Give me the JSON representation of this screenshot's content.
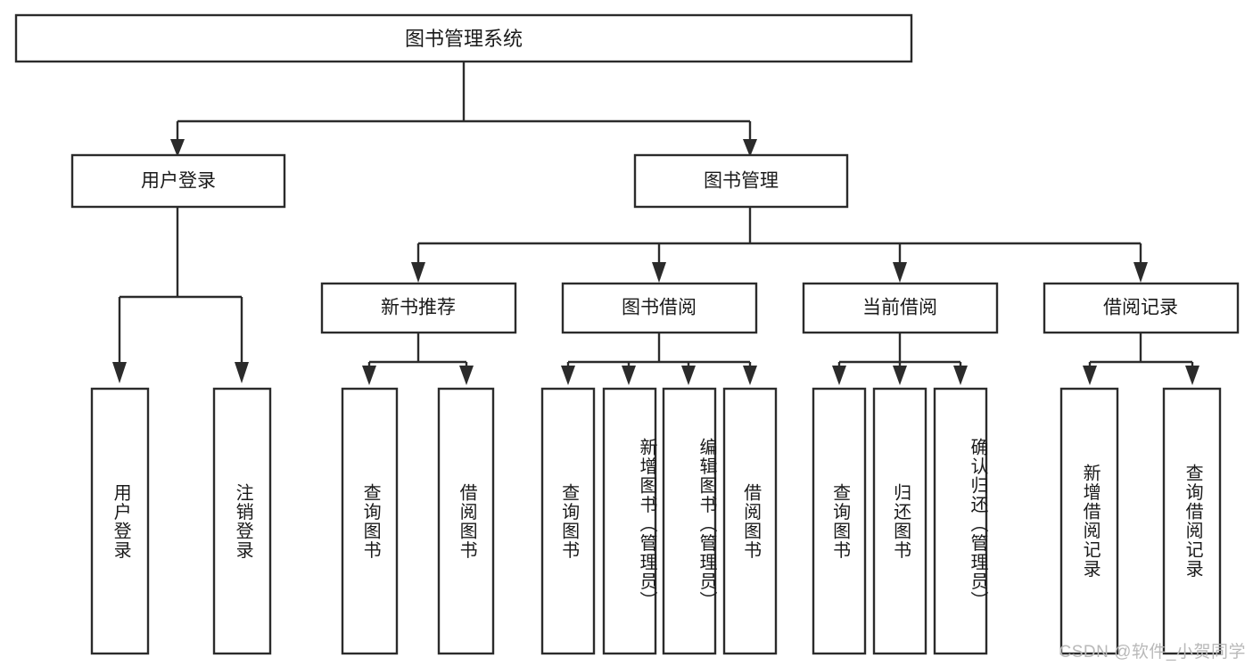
{
  "diagram": {
    "title": "图书管理系统",
    "type": "tree-hierarchy-diagram",
    "orientation": "top-down",
    "colors": {
      "box_stroke": "#2b2b2b",
      "box_fill": "#ffffff",
      "edge": "#2b2b2b",
      "text": "#1a1a1a",
      "background": "#ffffff",
      "watermark": "#b9b9b9"
    },
    "root": {
      "label": "图书管理系统"
    },
    "level2": [
      {
        "label": "用户登录"
      },
      {
        "label": "图书管理"
      }
    ],
    "level3": [
      {
        "label": "新书推荐"
      },
      {
        "label": "图书借阅"
      },
      {
        "label": "当前借阅"
      },
      {
        "label": "借阅记录"
      }
    ],
    "leaves": {
      "user_login": [
        {
          "label": "用户登录"
        },
        {
          "label": "注销登录"
        }
      ],
      "new_book_recommend": [
        {
          "label": "查询图书"
        },
        {
          "label": "借阅图书"
        }
      ],
      "book_borrow": [
        {
          "label": "查询图书"
        },
        {
          "label": "新增图书（管理员）"
        },
        {
          "label": "编辑图书（管理员）"
        },
        {
          "label": "借阅图书"
        }
      ],
      "current_borrow": [
        {
          "label": "查询图书"
        },
        {
          "label": "归还图书"
        },
        {
          "label": "确认归还（管理员）"
        }
      ],
      "borrow_record": [
        {
          "label": "新增借阅记录"
        },
        {
          "label": "查询借阅记录"
        }
      ]
    }
  },
  "watermark": {
    "text": "CSDN @软件_小贺同学"
  }
}
